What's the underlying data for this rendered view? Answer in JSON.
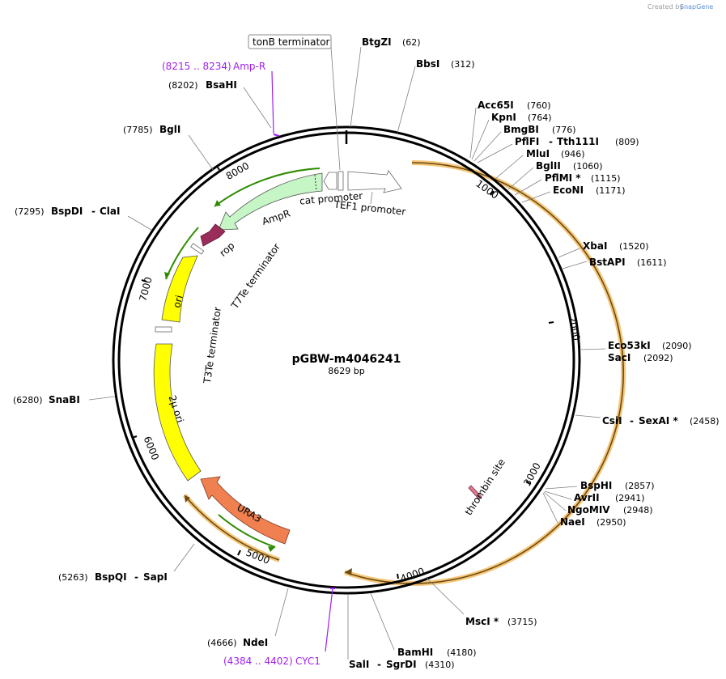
{
  "credit": {
    "prefix": "Created by",
    "brand": "SnapGene"
  },
  "plasmid": {
    "name": "pGBW-m4046241",
    "length_label": "8629 bp"
  },
  "ticks": [
    "1000",
    "2000",
    "3000",
    "4000",
    "5000",
    "6000",
    "7000",
    "8000"
  ],
  "enzyme_sites": [
    {
      "name": "BtgZI",
      "position": "(62)"
    },
    {
      "name": "BbsI",
      "position": "(312)"
    },
    {
      "name": "Acc65I",
      "position": "(760)"
    },
    {
      "name": "KpnI",
      "position": "(764)"
    },
    {
      "name": "BmgBI",
      "position": "(776)"
    },
    {
      "name": "PflFI",
      "name2": "Tth111I",
      "position": "(809)"
    },
    {
      "name": "MluI",
      "position": "(946)"
    },
    {
      "name": "BglII",
      "position": "(1060)"
    },
    {
      "name": "PflMI *",
      "position": "(1115)"
    },
    {
      "name": "EcoNI",
      "position": "(1171)"
    },
    {
      "name": "XbaI",
      "position": "(1520)"
    },
    {
      "name": "BstAPI",
      "position": "(1611)"
    },
    {
      "name": "Eco53kI",
      "position": "(2090)"
    },
    {
      "name": "SacI",
      "position": "(2092)"
    },
    {
      "name": "CsiI",
      "name2": "SexAI *",
      "position": "(2458)"
    },
    {
      "name": "BspHI",
      "position": "(2857)"
    },
    {
      "name": "AvrII",
      "position": "(2941)"
    },
    {
      "name": "NgoMIV",
      "position": "(2948)"
    },
    {
      "name": "NaeI",
      "position": "(2950)"
    },
    {
      "name": "MscI *",
      "position": "(3715)"
    },
    {
      "name": "BamHI",
      "position": "(4180)"
    },
    {
      "name": "SalI",
      "name2": "SgrDI",
      "position": "(4310)"
    },
    {
      "name": "NdeI",
      "position": "(4666)"
    },
    {
      "name": "BspQI",
      "name2": "SapI",
      "position": "(5263)"
    },
    {
      "name": "SnaBI",
      "position": "(6280)"
    },
    {
      "name": "BspDI",
      "name2": "ClaI",
      "position": "(7295)"
    },
    {
      "name": "BglI",
      "position": "(7785)"
    },
    {
      "name": "BsaHI",
      "position": "(8202)"
    }
  ],
  "primers": [
    {
      "range": "(8215 .. 8234)",
      "name": "Amp-R"
    },
    {
      "range": "(4384 .. 4402)",
      "name": "CYC1"
    }
  ],
  "features": {
    "tonb_terminator": "tonB terminator",
    "cat_promoter": "cat promoter",
    "tef1_promoter": "TEF1 promoter",
    "ampr": "AmpR",
    "rop": "rop",
    "t7te": "T7Te terminator",
    "ori": "ori",
    "t3te": "T3Te terminator",
    "two_micron_ori": "2µ ori",
    "ura3": "URA3",
    "thrombin": "thrombin site"
  },
  "colors": {
    "backbone": "#000000",
    "orf": "#f5a623",
    "ampr": "#c6f5c6",
    "ori": "#ffff00",
    "ura3": "#f08050",
    "rop": "#9b2d5b",
    "primer": "#a020f0",
    "thrombin": "#e07890",
    "green_orf": "#2e8b00"
  }
}
